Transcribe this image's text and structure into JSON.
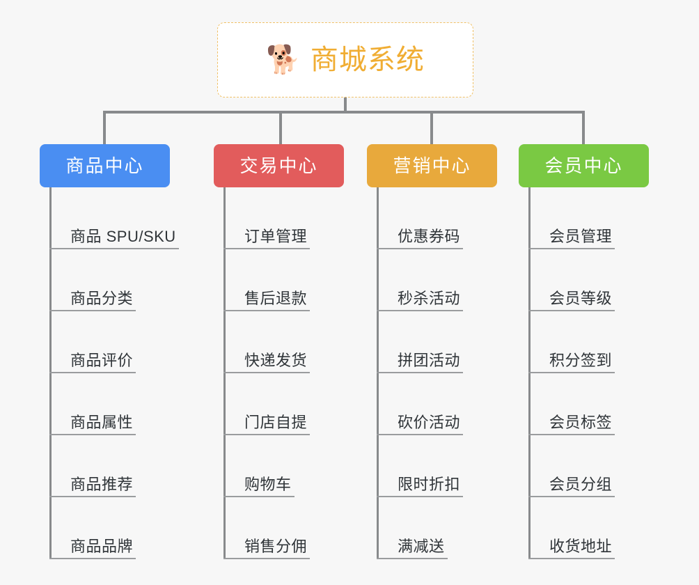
{
  "diagram": {
    "title": "商城系统",
    "type": "mindmap-orgchart",
    "background_color": "#f7f7f7",
    "root": {
      "icon": "shiba-dog-face-emoji",
      "icon_glyph": "🐕",
      "label": "商城系统",
      "text_color": "#f0ad33",
      "border_color": "#f0c066",
      "background_color": "#ffffff"
    },
    "connector_color": "#888a8c",
    "branches": [
      {
        "label": "商品中心",
        "color": "#4a8ef2",
        "items": [
          "商品 SPU/SKU",
          "商品分类",
          "商品评价",
          "商品属性",
          "商品推荐",
          "商品品牌"
        ]
      },
      {
        "label": "交易中心",
        "color": "#e25c5c",
        "items": [
          "订单管理",
          "售后退款",
          "快递发货",
          "门店自提",
          "购物车",
          "销售分佣"
        ]
      },
      {
        "label": "营销中心",
        "color": "#e8a93c",
        "items": [
          "优惠券码",
          "秒杀活动",
          "拼团活动",
          "砍价活动",
          "限时折扣",
          "满减送"
        ]
      },
      {
        "label": "会员中心",
        "color": "#7ac943",
        "items": [
          "会员管理",
          "会员等级",
          "积分签到",
          "会员标签",
          "会员分组",
          "收货地址"
        ]
      }
    ]
  }
}
